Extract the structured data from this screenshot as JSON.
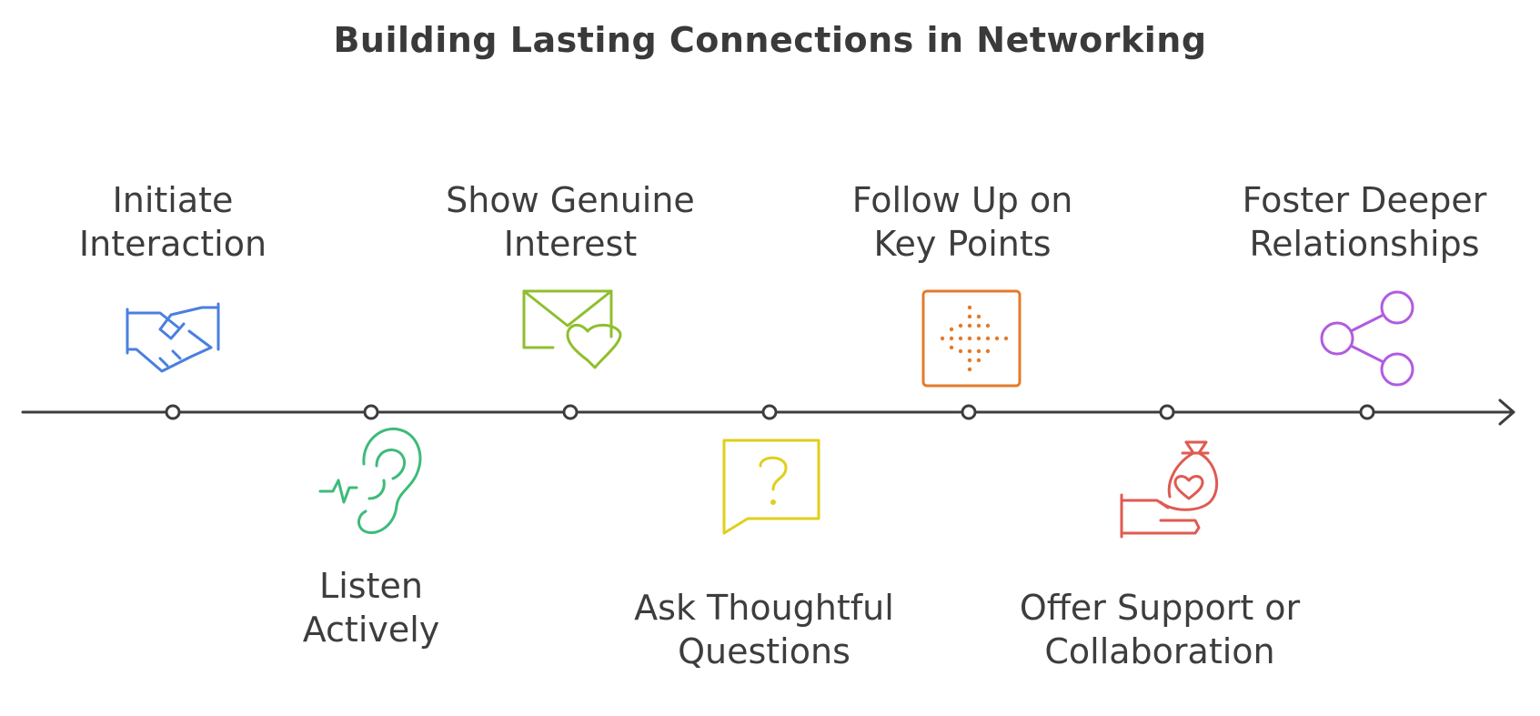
{
  "title": "Building Lasting Connections in Networking",
  "steps": [
    {
      "label": "Initiate\nInteraction",
      "icon": "handshake-icon",
      "color": "#4a7fe0",
      "side": "above"
    },
    {
      "label": "Listen\nActively",
      "icon": "ear-icon",
      "color": "#3dbb7a",
      "side": "below"
    },
    {
      "label": "Show Genuine\nInterest",
      "icon": "envelope-heart-icon",
      "color": "#8fbf2e",
      "side": "above"
    },
    {
      "label": "Ask Thoughtful\nQuestions",
      "icon": "question-bubble-icon",
      "color": "#e0cf1a",
      "side": "below"
    },
    {
      "label": "Follow Up on\nKey Points",
      "icon": "dotted-arrow-icon",
      "color": "#e37b2a",
      "side": "above"
    },
    {
      "label": "Offer Support or\nCollaboration",
      "icon": "hand-money-bag-heart-icon",
      "color": "#e05a52",
      "side": "below"
    },
    {
      "label": "Foster Deeper\nRelationships",
      "icon": "share-nodes-icon",
      "color": "#b15be0",
      "side": "above"
    }
  ],
  "colors": {
    "line": "#3d3d3d",
    "text": "#3d3d3d"
  }
}
